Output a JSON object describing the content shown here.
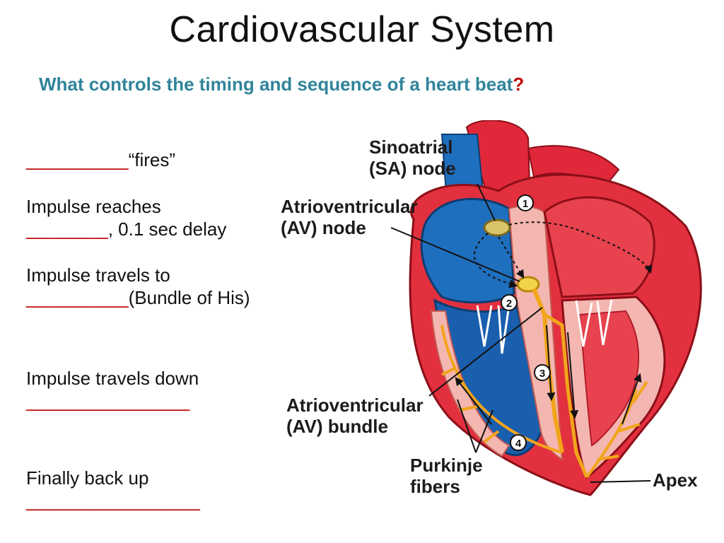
{
  "title": "Cardiovascular System",
  "question": {
    "text": "What controls the timing and sequence of a heart beat",
    "mark": "?"
  },
  "steps": [
    {
      "blank": "__________",
      "after": "“fires”"
    },
    {
      "before": "Impulse reaches",
      "blank": "________",
      "after": ", 0.1 sec delay"
    },
    {
      "before": "Impulse travels to",
      "blank": "__________",
      "after": "(Bundle of His)"
    },
    {
      "before": "Impulse travels down",
      "blank": "________________"
    },
    {
      "before": "Finally back up",
      "blank": "_________________"
    }
  ],
  "diagram": {
    "labels": {
      "sa_node_line1": "Sinoatrial",
      "sa_node_line2": "(SA) node",
      "av_node_line1": "Atrioventricular",
      "av_node_line2": "(AV) node",
      "av_bundle_line1": "Atrioventricular",
      "av_bundle_line2": "(AV) bundle",
      "purkinje_line1": "Purkinje",
      "purkinje_line2": "fibers",
      "apex": "Apex"
    },
    "step_numbers": [
      "1",
      "2",
      "3",
      "4"
    ],
    "colors": {
      "deoxygenated": "#1f6fbf",
      "oxygenated": "#e0283a",
      "muscle": "#f4b6b0",
      "conduction": "#f2a51a"
    }
  }
}
